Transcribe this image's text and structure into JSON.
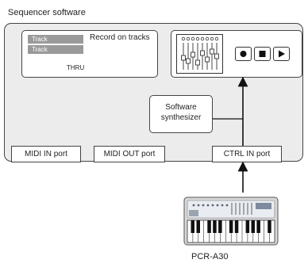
{
  "diagram_title": "Sequencer software",
  "tracks": {
    "track_labels": [
      "Track",
      "Track"
    ],
    "record_label": "Record on tracks",
    "thru_label": "THRU"
  },
  "transport": {
    "record_icon": "record-icon",
    "stop_icon": "stop-icon",
    "play_icon": "play-icon"
  },
  "synth": {
    "line1": "Software",
    "line2": "synthesizer"
  },
  "ports": {
    "midi_in": "MIDI IN port",
    "midi_out": "MIDI OUT port",
    "ctrl_in": "CTRL IN port"
  },
  "device": {
    "name": "PCR-A30"
  }
}
